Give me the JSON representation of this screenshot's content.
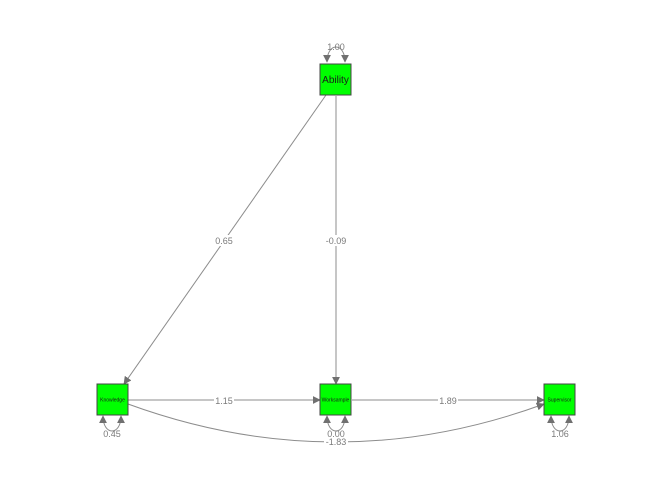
{
  "nodes": {
    "ability": {
      "label": "Ability"
    },
    "knowledge": {
      "label": "Knowledge"
    },
    "worksample": {
      "label": "Worksample"
    },
    "supervisor": {
      "label": "Supervisor"
    }
  },
  "paths": {
    "ability_knowledge": "0.65",
    "ability_worksample": "-0.09",
    "knowledge_worksample": "1.15",
    "worksample_supervisor": "1.89",
    "knowledge_supervisor": "-1.83"
  },
  "variances": {
    "ability": "1.00",
    "knowledge": "0.45",
    "worksample": "0.00",
    "supervisor": "1.06"
  },
  "colors": {
    "node_fill": "#00ff00",
    "edge": "#8c8c8c",
    "label": "#7a7a7a"
  }
}
